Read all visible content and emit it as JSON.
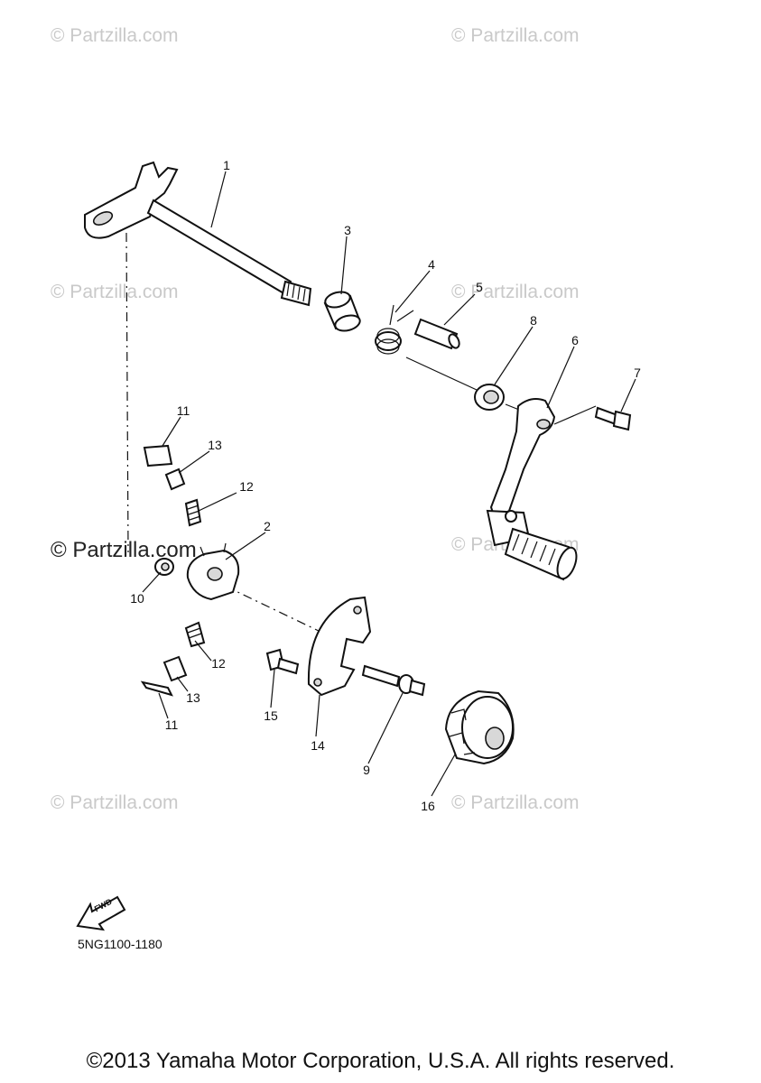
{
  "watermarks": {
    "text": "© Partzilla.com",
    "emphasized": "© Partzilla.com"
  },
  "callouts": [
    "1",
    "2",
    "3",
    "4",
    "5",
    "6",
    "7",
    "8",
    "9",
    "10",
    "11",
    "11",
    "12",
    "12",
    "13",
    "13",
    "14",
    "15",
    "16"
  ],
  "fwd_label": "FWD",
  "diagram_code": "5NG1100-1180",
  "copyright": "©2013 Yamaha Motor Corporation, U.S.A. All rights reserved."
}
